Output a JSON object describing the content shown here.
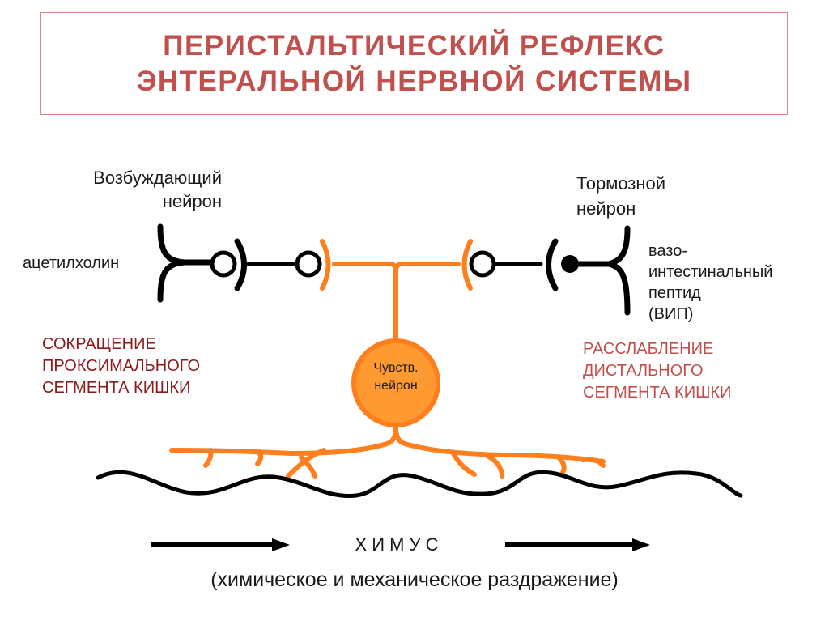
{
  "title": {
    "line1": "ПЕРИСТАЛЬТИЧЕСКИЙ РЕФЛЕКС",
    "line2": "ЭНТЕРАЛЬНОЙ НЕРВНОЙ СИСТЕМЫ"
  },
  "excitatory": {
    "line1": "Возбуждающий",
    "line2": "нейрон",
    "transmitter": "ацетилхолин",
    "effect_line1": "СОКРАЩЕНИЕ",
    "effect_line2": "ПРОКСИМАЛЬНОГО",
    "effect_line3": "СЕГМЕНТА КИШКИ"
  },
  "inhibitory": {
    "line1": "Тормозной",
    "line2": "нейрон",
    "transmitter_line1": "вазо-",
    "transmitter_line2": "интестинальный",
    "transmitter_line3": "пептид",
    "transmitter_line4": "(ВИП)",
    "effect_line1": "РАССЛАБЛЕНИЕ",
    "effect_line2": "ДИСТАЛЬНОГО",
    "effect_line3": "СЕГМЕНТА КИШКИ"
  },
  "sensory": {
    "line1": "Чувств.",
    "line2": "нейрон"
  },
  "chyme": {
    "label": "Х И М У С",
    "caption": "(химическое и механическое раздражение)"
  },
  "colors": {
    "title": "#c0504d",
    "sensory_orange": "#ff7f1f",
    "sensory_fill": "#ff9a33",
    "neuron_black": "#000000",
    "effect_excitatory": "#8b1a1a",
    "effect_inhibitory": "#c0504d"
  }
}
